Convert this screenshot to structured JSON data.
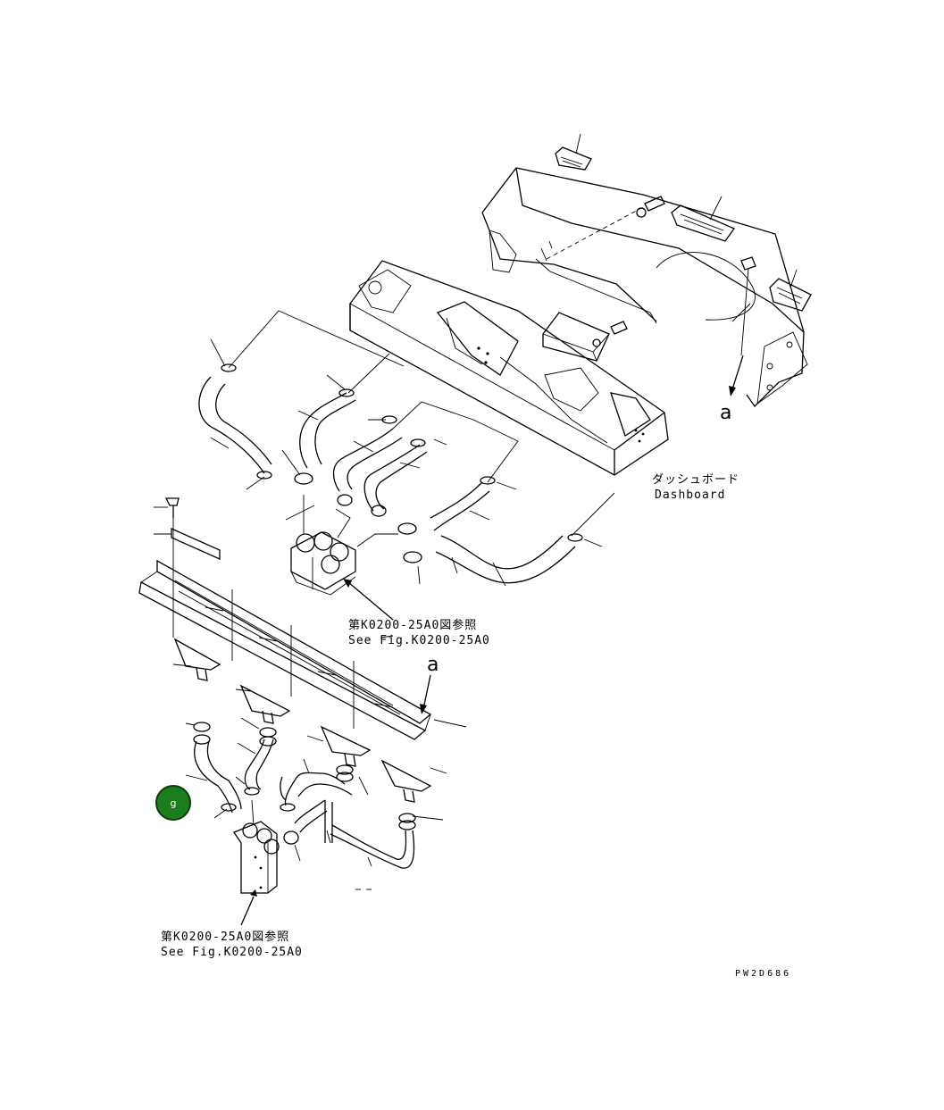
{
  "drawing": {
    "dashboard_label_jp": "ダッシュボード",
    "dashboard_label_en": "Dashboard",
    "ref_upper_jp": "第K0200-25A0図参照",
    "ref_upper_en": "See Fig.K0200-25A0",
    "ref_lower_jp": "第K0200-25A0図参照",
    "ref_lower_en": "See Fig.K0200-25A0",
    "view_marker_right": "a",
    "view_marker_left": "a",
    "drawing_code": "PW2D686"
  },
  "hotspot": {
    "label": "g",
    "color": "#1b7d1b"
  }
}
